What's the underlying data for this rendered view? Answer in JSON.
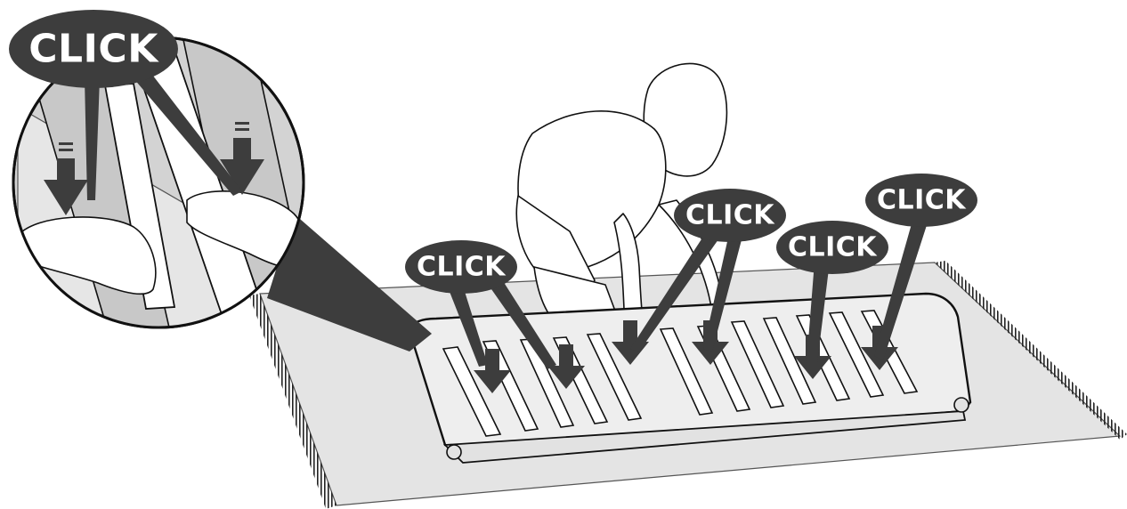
{
  "callouts": {
    "magnified_click": "CLICK",
    "click_1": "CLICK",
    "click_2": "CLICK",
    "click_3": "CLICK",
    "click_4": "CLICK"
  },
  "colors": {
    "callout_fill": "#3d3d3d",
    "arrow_fill": "#3d3d3d",
    "floor_mat": "#e4e4e4",
    "panel_fill": "#eeeeee",
    "magnifier_fill": "#d3d3d3",
    "outline": "#111111"
  }
}
